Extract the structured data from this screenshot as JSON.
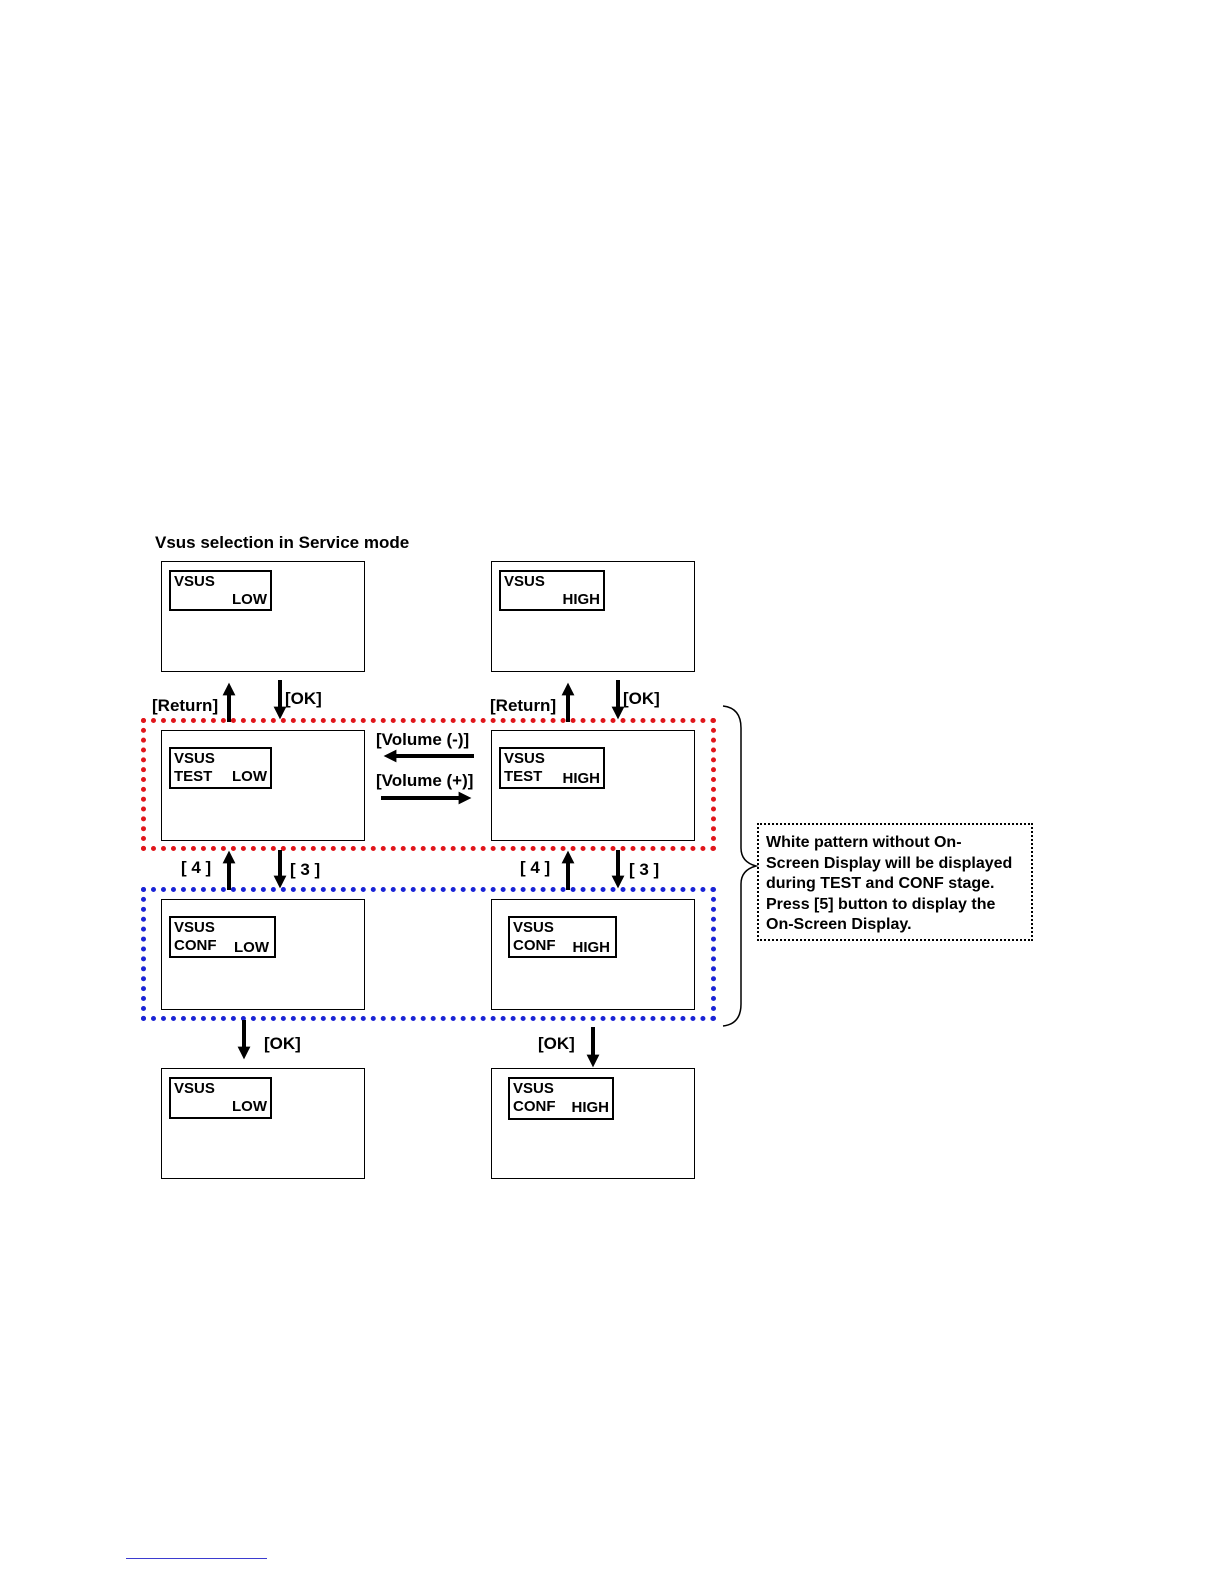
{
  "title": "Vsus selection in Service mode",
  "screens": {
    "top_left": {
      "line1": "VSUS",
      "line2_left": "",
      "line2_right": "LOW"
    },
    "top_right": {
      "line1": "VSUS",
      "line2_left": "",
      "line2_right": "HIGH"
    },
    "test_left": {
      "line1": "VSUS",
      "line2_left": "TEST",
      "line2_right": "LOW"
    },
    "test_right": {
      "line1": "VSUS",
      "line2_left": "TEST",
      "line2_right": "HIGH"
    },
    "conf_left": {
      "line1": "VSUS",
      "line2_left": "CONF",
      "line2_right": "LOW"
    },
    "conf_right": {
      "line1": "VSUS",
      "line2_left": "CONF",
      "line2_right": "HIGH"
    },
    "bottom_left": {
      "line1": "VSUS",
      "line2_left": "",
      "line2_right": "LOW"
    },
    "bottom_right": {
      "line1": "VSUS",
      "line2_left": "CONF",
      "line2_right": "HIGH"
    }
  },
  "labels": {
    "return_left": "[Return]",
    "ok_top_left": "[OK]",
    "return_right": "[Return]",
    "ok_top_right": "[OK]",
    "volume_minus": "[Volume (-)]",
    "volume_plus": "[Volume (+)]",
    "key4_left": "[ 4 ]",
    "key3_left": "[ 3 ]",
    "key4_right": "[ 4 ]",
    "key3_right": "[ 3 ]",
    "ok_bottom_left": "[OK]",
    "ok_bottom_right": "[OK]"
  },
  "note": {
    "lines": [
      "White pattern without On-",
      "Screen Display will be displayed",
      "during TEST and CONF stage.",
      "Press [5] button to display the",
      "On-Screen Display."
    ]
  },
  "colors": {
    "test_group_border": "#e0161b",
    "conf_group_border": "#1a24d6"
  }
}
